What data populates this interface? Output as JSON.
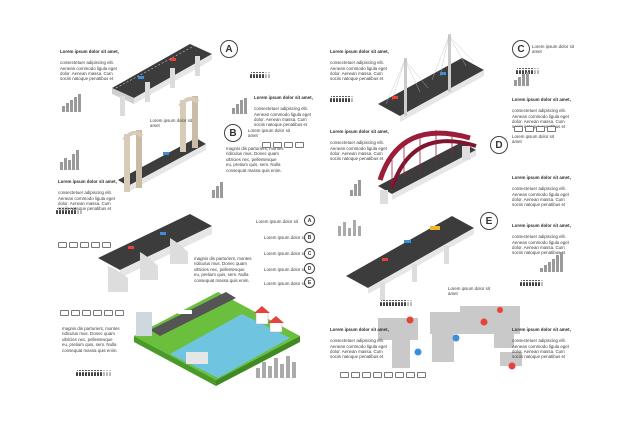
{
  "badges": {
    "a": "A",
    "b": "B",
    "c": "C",
    "d": "D",
    "e": "E"
  },
  "legend": {
    "a": "A",
    "b": "B",
    "c": "C",
    "d": "D",
    "e": "E",
    "row_label": "Lorem ipsum dolor sit"
  },
  "captions": {
    "title_lorem": "Lorem ipsum dolor sit amet,",
    "consectetur": "consectetuer adipiscing elit.",
    "aenean": "Aenean commodo ligula eget",
    "dolor": "dolor. Aenean massa. Cum",
    "sociis": "sociis natoque penatibus et",
    "short": "Lorem ipsum dolor sit\namet",
    "magnis": "magnis dis parturient, montes\nridiculus mus. Donec quam\nultricies nec, pellentesque\neu, pretium quis, sem. Nulla\nconsequat massa quis enim."
  },
  "colors": {
    "text": "#3a3a3a",
    "road": "#3c3c3c",
    "concrete": "#e6e6e6",
    "arch": "#9b1d3a",
    "water": "#6fc4e0",
    "grass": "#6abf3c",
    "map": "#c9c9c9",
    "pin_red": "#e8433a",
    "pin_blue": "#3b8fd9"
  },
  "icons": [
    "person-icon",
    "bar-chart-icon",
    "car-icon",
    "map-pin-icon",
    "bridge-icon"
  ]
}
